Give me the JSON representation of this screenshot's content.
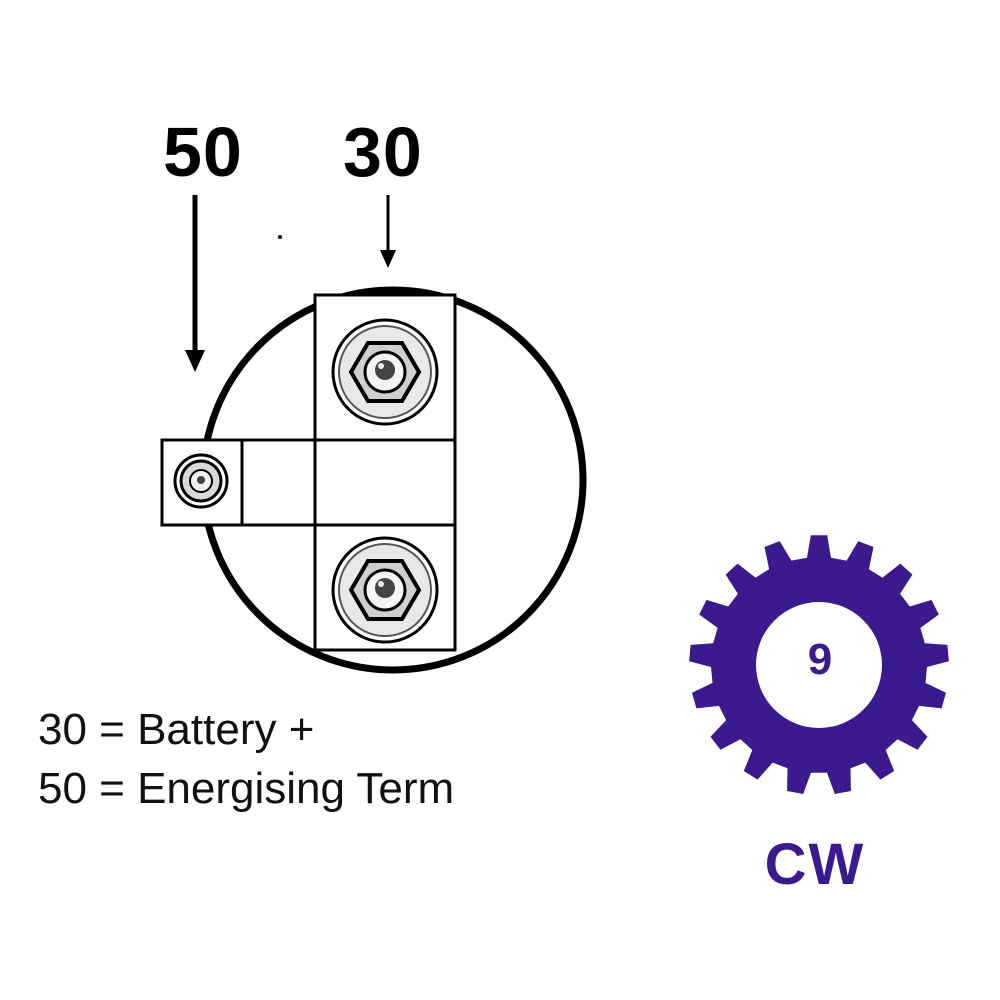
{
  "terminals": {
    "t50": {
      "label": "50"
    },
    "t30": {
      "label": "30"
    }
  },
  "legend": [
    {
      "text": "30 = Battery +"
    },
    {
      "text": "50 = Energising Term"
    }
  ],
  "rotation": {
    "teeth": "9",
    "direction": "CW",
    "color": "#3a1a8c"
  },
  "colors": {
    "ink": "#000000",
    "background": "#ffffff",
    "gear": "#3a1a8c"
  }
}
